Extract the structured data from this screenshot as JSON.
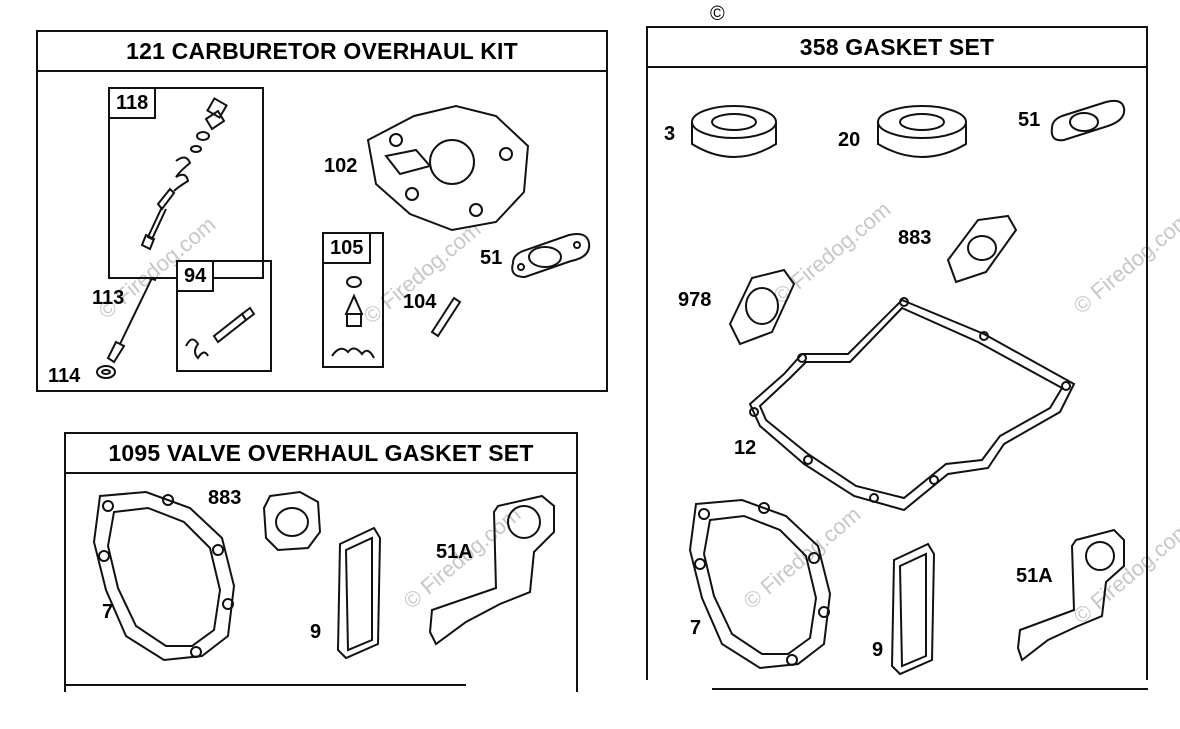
{
  "watermark": "© Firedog.com",
  "copyright_symbol": "©",
  "panels": {
    "carb": {
      "title": "121 CARBURETOR OVERHAUL KIT",
      "subkits": {
        "k118": "118",
        "k94": "94",
        "k105": "105"
      },
      "labels": {
        "l102": "102",
        "l51": "51",
        "l104": "104",
        "l113": "113",
        "l114": "114"
      }
    },
    "valve": {
      "title": "1095 VALVE OVERHAUL GASKET SET",
      "labels": {
        "l883": "883",
        "l7": "7",
        "l9": "9",
        "l51a": "51A"
      }
    },
    "gasket": {
      "title": "358 GASKET SET",
      "labels": {
        "l3": "3",
        "l20": "20",
        "l51": "51",
        "l883": "883",
        "l978": "978",
        "l12": "12",
        "l7": "7",
        "l9": "9",
        "l51a": "51A"
      }
    }
  }
}
